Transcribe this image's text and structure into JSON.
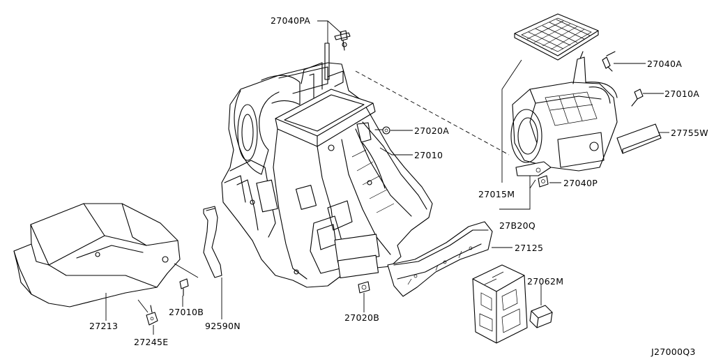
{
  "diagram": {
    "code": "J27000Q3",
    "labels": {
      "p27040PA": "27040PA",
      "p27040A": "27040A",
      "p27010A": "27010A",
      "p27020A": "27020A",
      "p27010": "27010",
      "p27755W": "27755W",
      "p27015M": "27015M",
      "p27040P": "27040P",
      "p27B20Q": "27B20Q",
      "p27125": "27125",
      "p27062M": "27062M",
      "p27213": "27213",
      "p27010B": "27010B",
      "p92590N": "92590N",
      "p27245E": "27245E",
      "p27020B": "27020B"
    }
  }
}
